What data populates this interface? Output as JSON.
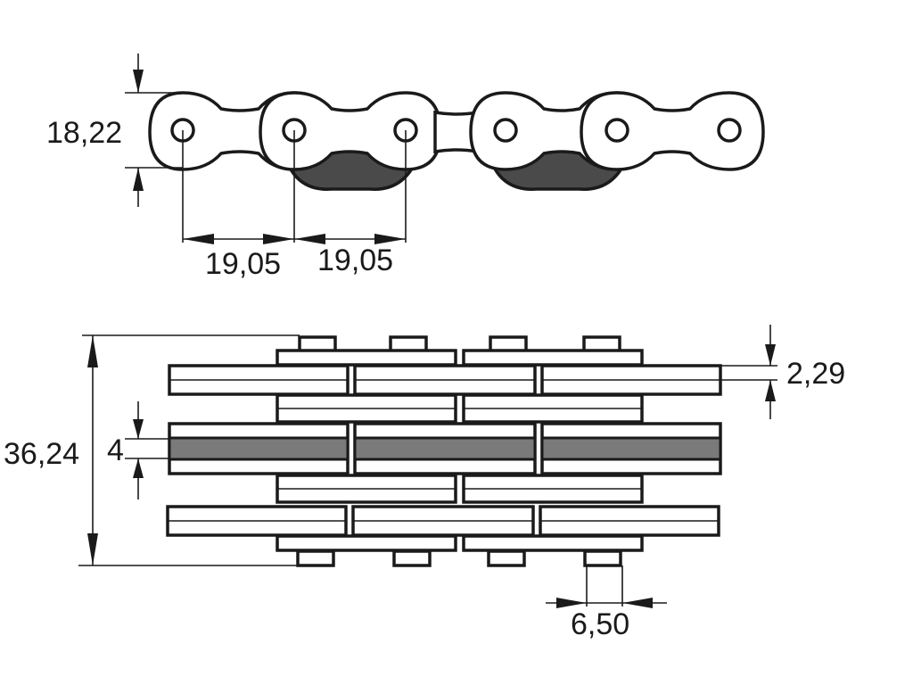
{
  "side_view": {
    "height_label": "18,22",
    "pitch_label_1": "19,05",
    "pitch_label_2": "19,05"
  },
  "top_view": {
    "overall_width_label": "36,24",
    "inner_width_label": "4",
    "plate_thickness_label": "2,29",
    "pin_diameter_label": "6,50"
  },
  "colors": {
    "line": "#1a1a1a",
    "dark_fill": "#4a4a4a",
    "mid_fill": "#7a7a7a",
    "background": "#ffffff"
  }
}
